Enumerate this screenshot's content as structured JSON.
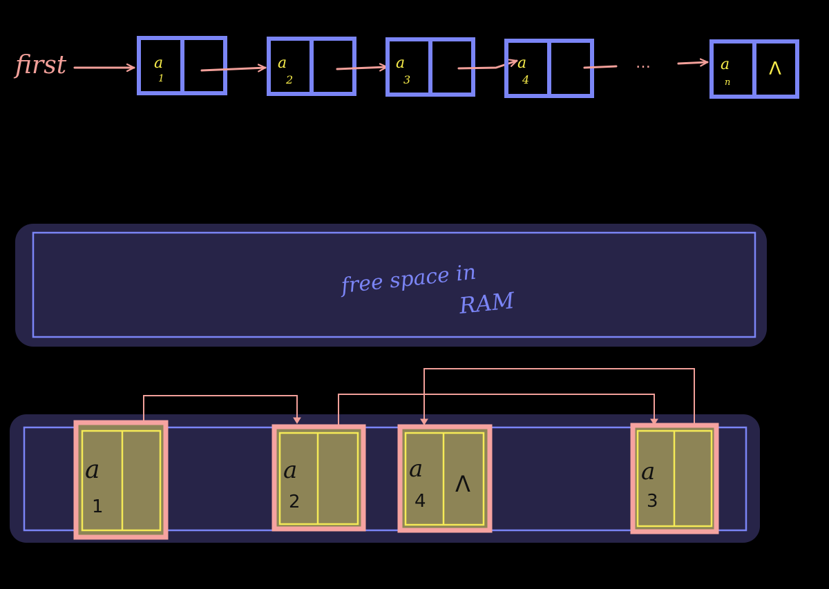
{
  "colors": {
    "background": "#000000",
    "node_border": "#7b85f6",
    "arrow": "#f3a09a",
    "node_label": "#f7ec4a",
    "ram_panel": "#272448",
    "ram_border": "#7b85f6",
    "memory_cell_fill": "#8d8456",
    "memory_cell_border": "#f6a3a0",
    "memory_cell_divider": "#f5ea57",
    "ram_text": "#7b85f6"
  },
  "linked_list": {
    "head_label": "first",
    "ellipsis": "…",
    "nodes": [
      {
        "name": "a",
        "index": "1",
        "pointer": ""
      },
      {
        "name": "a",
        "index": "2",
        "pointer": ""
      },
      {
        "name": "a",
        "index": "3",
        "pointer": ""
      },
      {
        "name": "a",
        "index": "4",
        "pointer": ""
      },
      {
        "name": "a",
        "index": "n",
        "pointer": "Λ"
      }
    ]
  },
  "ram": {
    "free_space_label_line1": "free space in",
    "free_space_label_line2": "RAM"
  },
  "memory_cells": [
    {
      "name": "a",
      "index": "1",
      "pointer": ""
    },
    {
      "name": "a",
      "index": "2",
      "pointer": ""
    },
    {
      "name": "a",
      "index": "4",
      "pointer": "Λ"
    },
    {
      "name": "a",
      "index": "3",
      "pointer": ""
    }
  ]
}
